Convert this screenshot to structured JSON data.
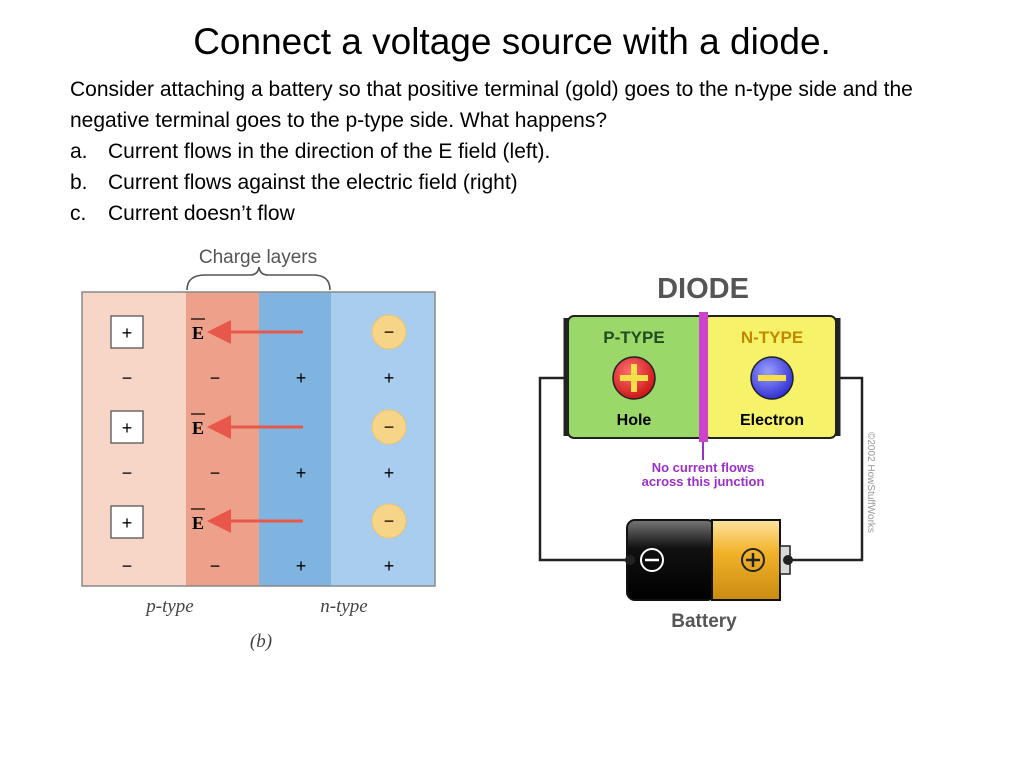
{
  "slide": {
    "title": "Connect a voltage source with a diode.",
    "question": "Consider attaching a battery so that positive terminal (gold) goes to the n-type side  and the negative terminal goes to the p-type side.  What happens?",
    "options": [
      {
        "label": "a.",
        "text": "Current flows in the direction of the E field (left)."
      },
      {
        "label": "b.",
        "text": "Current flows against the electric field (right)"
      },
      {
        "label": "c.",
        "text": "Current doesn’t flow"
      }
    ]
  },
  "left_figure": {
    "charge_layers_label": "Charge layers",
    "p_label": "p-type",
    "n_label": "n-type",
    "caption": "(b)",
    "field_symbol": "E",
    "plus": "+",
    "minus": "−"
  },
  "right_figure": {
    "title": "DIODE",
    "p_type": "P-TYPE",
    "n_type": "N-TYPE",
    "hole": "Hole",
    "electron": "Electron",
    "note_line1": "No current flows",
    "note_line2": "across this junction",
    "battery": "Battery",
    "copyright": "©2002 HowStuffWorks"
  },
  "colors": {
    "p_bg": "#f7d6c8",
    "depletion_p": "#eda08a",
    "depletion_n": "#7fb3e0",
    "n_bg": "#a9cdee",
    "arrow": "#e8584a",
    "electron_circle": "#f6d589",
    "diode_p": "#9bd86a",
    "diode_n": "#f6f26a",
    "junction": "#cc44cc",
    "note": "#9b30c8",
    "battery_gold": "#f2b32a"
  }
}
